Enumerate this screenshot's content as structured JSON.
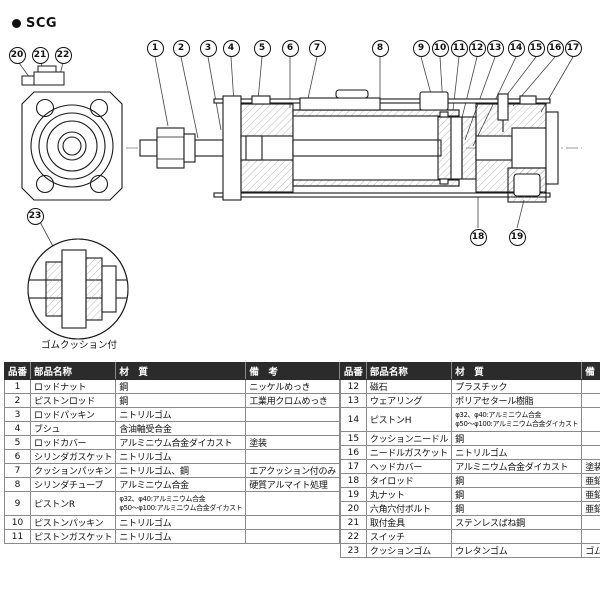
{
  "title": "SCG",
  "colors": {
    "line": "#1a1a1a",
    "table_header_bg": "#2b2b2b",
    "table_header_text": "#ffffff",
    "hatch": "#9a9a9a"
  },
  "drawing": {
    "detail_label": "ゴムクッション付",
    "callouts": [
      "1",
      "2",
      "3",
      "4",
      "5",
      "6",
      "7",
      "8",
      "9",
      "10",
      "11",
      "12",
      "13",
      "14",
      "15",
      "16",
      "17",
      "18",
      "19",
      "20",
      "21",
      "22",
      "23"
    ]
  },
  "table": {
    "headers": {
      "no": "品番",
      "name": "部品名称",
      "material": "材　質",
      "note": "備　考"
    },
    "left_rows": [
      {
        "no": "1",
        "name": "ロッドナット",
        "material": "鋼",
        "note": "ニッケルめっき"
      },
      {
        "no": "2",
        "name": "ピストンロッド",
        "material": "鋼",
        "note": "工業用クロムめっき"
      },
      {
        "no": "3",
        "name": "ロッドパッキン",
        "material": "ニトリルゴム",
        "note": ""
      },
      {
        "no": "4",
        "name": "ブシュ",
        "material": "含油軸受合金",
        "note": ""
      },
      {
        "no": "5",
        "name": "ロッドカバー",
        "material": "アルミニウム合金ダイカスト",
        "note": "塗装"
      },
      {
        "no": "6",
        "name": "シリンダガスケット",
        "material": "ニトリルゴム",
        "note": ""
      },
      {
        "no": "7",
        "name": "クッションパッキン",
        "material": "ニトリルゴム、鋼",
        "note": "エアクッション付のみ"
      },
      {
        "no": "8",
        "name": "シリンダチューブ",
        "material": "アルミニウム合金",
        "note": "硬質アルマイト処理"
      },
      {
        "no": "9",
        "name": "ピストンR",
        "material": "φ32、φ40:アルミニウム合金",
        "material2": "φ50〜φ100:アルミニウム合金ダイカスト",
        "note": ""
      },
      {
        "no": "10",
        "name": "ピストンパッキン",
        "material": "ニトリルゴム",
        "note": ""
      },
      {
        "no": "11",
        "name": "ピストンガスケット",
        "material": "ニトリルゴム",
        "note": ""
      }
    ],
    "right_rows": [
      {
        "no": "12",
        "name": "磁石",
        "material": "プラスチック",
        "note": ""
      },
      {
        "no": "13",
        "name": "ウェアリング",
        "material": "ポリアセタール樹脂",
        "note": ""
      },
      {
        "no": "14",
        "name": "ピストンH",
        "material": "φ32、φ40:アルミニウム合金",
        "material2": "φ50〜φ100:アルミニウム合金ダイカスト",
        "note": ""
      },
      {
        "no": "15",
        "name": "クッションニードル",
        "material": "鋼",
        "note": ""
      },
      {
        "no": "16",
        "name": "ニードルガスケット",
        "material": "ニトリルゴム",
        "note": ""
      },
      {
        "no": "17",
        "name": "ヘッドカバー",
        "material": "アルミニウム合金ダイカスト",
        "note": "塗装"
      },
      {
        "no": "18",
        "name": "タイロッド",
        "material": "鋼",
        "note": "亜鉛クロメート処理"
      },
      {
        "no": "19",
        "name": "丸ナット",
        "material": "鋼",
        "note": "亜鉛クロメート処理"
      },
      {
        "no": "20",
        "name": "六角穴付ボルト",
        "material": "鋼",
        "note": "亜鉛クロメート処理"
      },
      {
        "no": "21",
        "name": "取付金具",
        "material": "ステンレスばね鋼",
        "note": ""
      },
      {
        "no": "22",
        "name": "スイッチ",
        "material": "",
        "note": ""
      },
      {
        "no": "23",
        "name": "クッションゴム",
        "material": "ウレタンゴム",
        "note": "ゴムクッション付のみ"
      }
    ]
  }
}
